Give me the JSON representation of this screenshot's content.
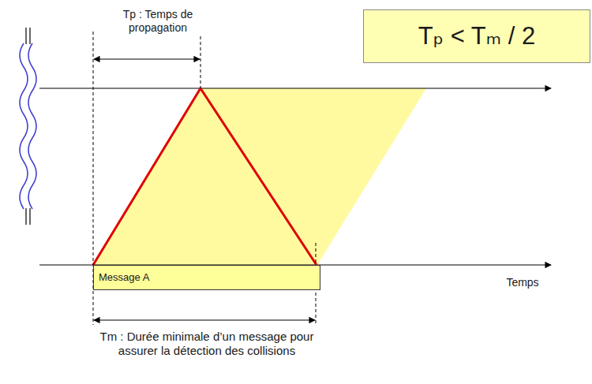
{
  "diagram": {
    "nodes": [
      {
        "text": [
          "Tₚ < Tₘ / 2"
        ]
      },
      {
        "text": [
          "Message A"
        ]
      }
    ],
    "labels": [
      "Tp : Temps de propagation",
      "Temps",
      "Tm : Durée minimale d’un message pour assurer la détection des collisions"
    ]
  }
}
